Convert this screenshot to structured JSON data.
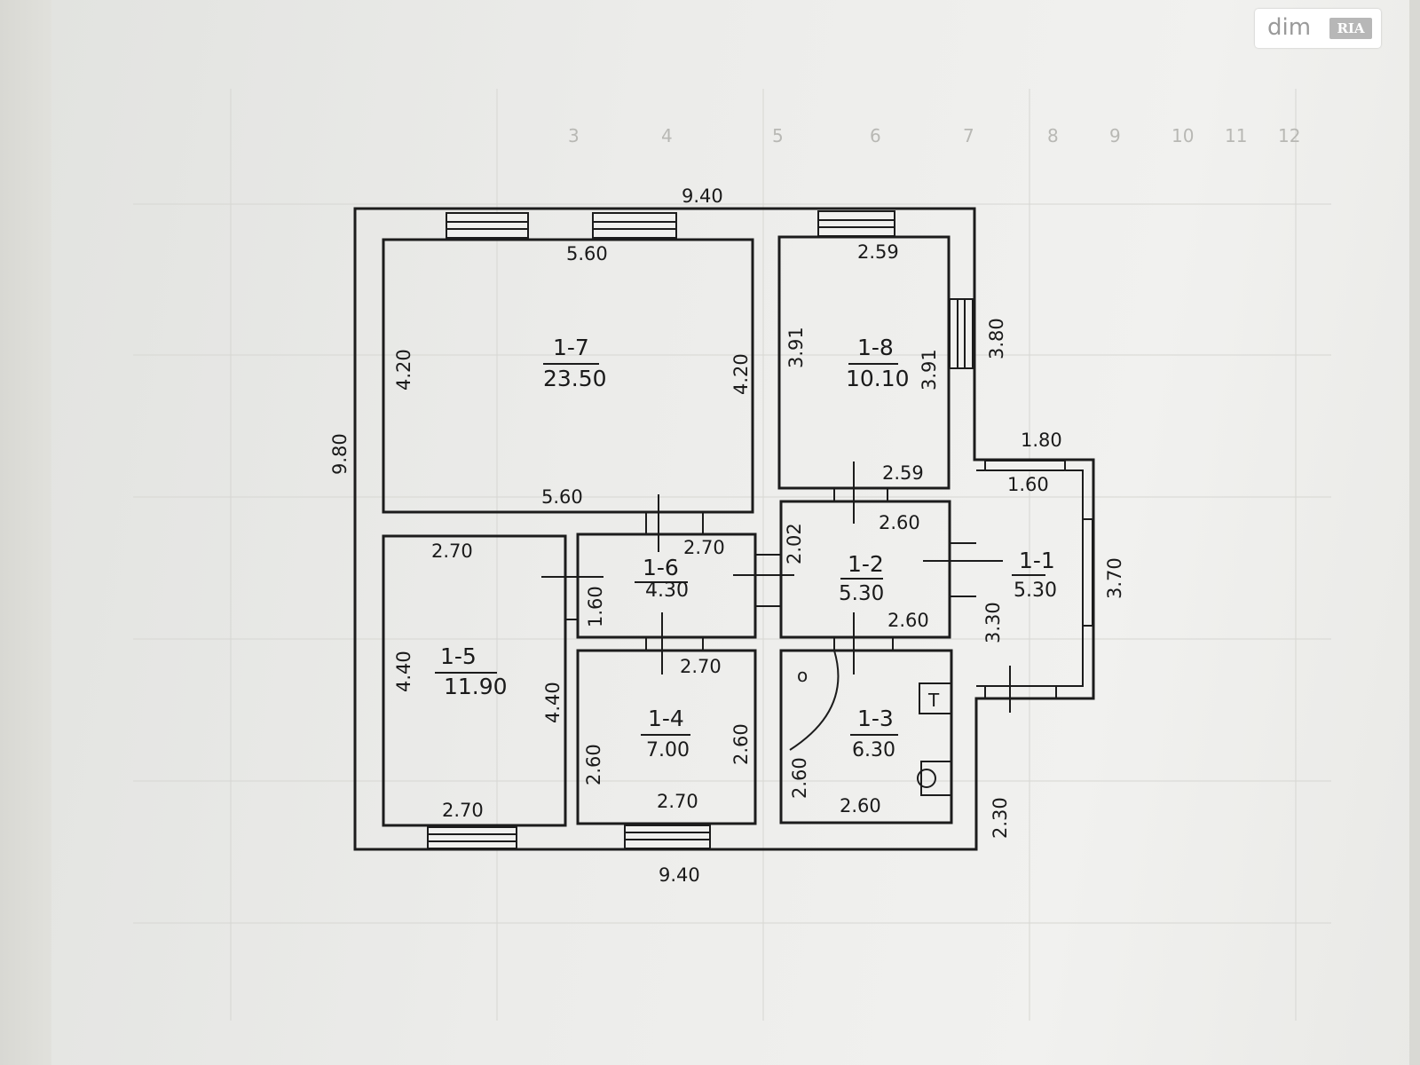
{
  "watermark": {
    "brand": "dim",
    "badge": "RIA"
  },
  "plan": {
    "outer": {
      "top_width": "9.40",
      "bottom_width": "9.40",
      "left_height": "9.80",
      "right_upper_height": "3.80",
      "right_lower_height": "2.30"
    },
    "porch": {
      "top_width": "1.80",
      "inner_width": "1.60",
      "outer_height": "3.70",
      "inner_height": "3.30"
    },
    "rooms": [
      {
        "id": "1-7",
        "area": "23.50",
        "top": "5.60",
        "bottom": "5.60",
        "left": "4.20",
        "right": "4.20"
      },
      {
        "id": "1-8",
        "area": "10.10",
        "top": "2.59",
        "bottom": "2.59",
        "left": "3.91",
        "right": "3.91"
      },
      {
        "id": "1-6",
        "area": "4.30",
        "top": "2.70",
        "left": "1.60",
        "right": "2.02"
      },
      {
        "id": "1-2",
        "area": "5.30",
        "top": "2.60",
        "bottom": "2.60"
      },
      {
        "id": "1-1",
        "area": "5.30"
      },
      {
        "id": "1-5",
        "area": "11.90",
        "top": "2.70",
        "bottom": "2.70",
        "left": "4.40",
        "right": "4.40"
      },
      {
        "id": "1-4",
        "area": "7.00",
        "top": "2.70",
        "bottom": "2.70",
        "left": "2.60",
        "right": "2.60"
      },
      {
        "id": "1-3",
        "area": "6.30",
        "bottom": "2.60",
        "left": "2.60"
      }
    ],
    "fixtures": {
      "toilet_mark": "T",
      "door_mark": "o"
    }
  },
  "background_text": [
    "3",
    "4",
    "5",
    "6",
    "7",
    "8",
    "9",
    "10",
    "11",
    "12"
  ]
}
